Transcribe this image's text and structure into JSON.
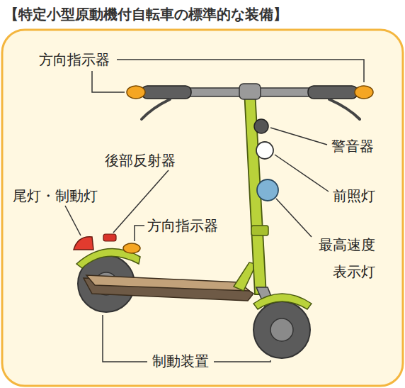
{
  "diagram": {
    "title": "【特定小型原動機付自転車の標準的な装備】",
    "labels": [
      "方向指示器",
      "警音器",
      "後部反射器",
      "前照灯",
      "尾灯・制動灯",
      "方向指示器",
      "最高速度 表示灯",
      "制動装置"
    ]
  }
}
